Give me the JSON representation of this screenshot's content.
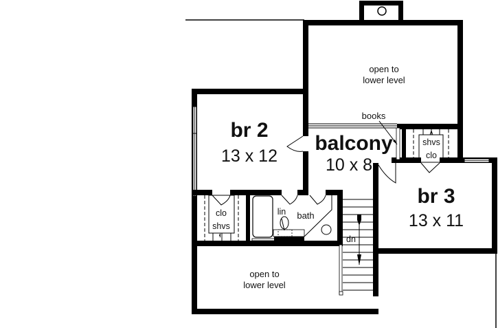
{
  "floorplan": {
    "colors": {
      "wall": "#000000",
      "background": "#ffffff",
      "text": "#111111"
    },
    "rooms": {
      "open_upper": {
        "line1": "open to",
        "line2": "lower level"
      },
      "br2": {
        "name": "br 2",
        "dims": "13 x 12"
      },
      "balcony": {
        "name": "balcony",
        "dims": "10 x 8"
      },
      "br3": {
        "name": "br 3",
        "dims": "13 x 11"
      },
      "closet_br2": {
        "line1": "clo",
        "line2": "shvs"
      },
      "closet_br3": {
        "line1": "shvs",
        "line2": "clo"
      },
      "bath": {
        "name": "bath"
      },
      "linen": {
        "name": "lin"
      },
      "open_lower": {
        "line1": "open to",
        "line2": "lower level"
      }
    },
    "annotations": {
      "books": "books",
      "stairs": "dn"
    }
  }
}
